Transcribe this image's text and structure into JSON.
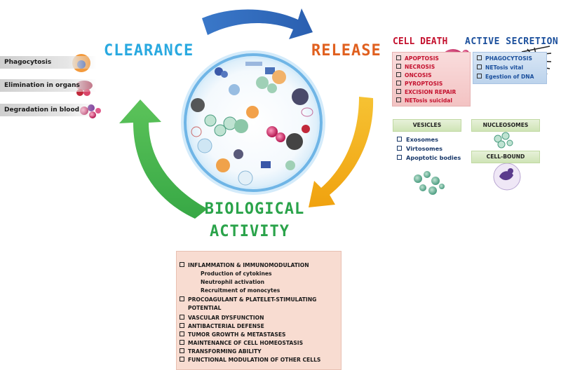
{
  "titles": {
    "clearance": "CLEARANCE",
    "release": "RELEASE",
    "biological_line1": "BIOLOGICAL",
    "biological_line2": "ACTIVITY"
  },
  "clearance_items": [
    "Phagocytosis",
    "Elimination in organs",
    "Degradation in blood"
  ],
  "cell_death": {
    "title": "CELL DEATH",
    "items": [
      "APOPTOSIS",
      "NECROSIS",
      "ONCOSIS",
      "PYROPTOSIS",
      "EXCISION REPAIR",
      "NETosis suicidal"
    ]
  },
  "active_secretion": {
    "title": "ACTIVE SECRETION",
    "items": [
      "PHAGOCYTOSIS",
      "NETosis vital",
      "Egestion of DNA"
    ]
  },
  "vesicles": {
    "title": "VESICLES",
    "items": [
      "Exosomes",
      "Virtosomes",
      "Apoptotic bodies"
    ]
  },
  "nucleosomes": {
    "title": "NUCLEOSOMES"
  },
  "cell_bound": {
    "title": "CELL-BOUND"
  },
  "biological_activity": {
    "items": [
      {
        "label": "INFLAMMATION  &  IMMUNOMODULATION",
        "subs": [
          "Production of cytokines",
          "Neutrophil activation",
          "Recruitment of monocytes"
        ]
      },
      {
        "label": "PROCOAGULANT  &  PLATELET-STIMULATING",
        "cont": "POTENTIAL"
      },
      {
        "label": "VASCULAR DYSFUNCTION"
      },
      {
        "label": "ANTIBACTERIAL DEFENSE"
      },
      {
        "label": "TUMOR GROWTH & METASTASES"
      },
      {
        "label": "MAINTENANCE OF CELL HOMEOSTASIS"
      },
      {
        "label": "TRANSFORMING ABILITY"
      },
      {
        "label": "FUNCTIONAL MODULATION OF OTHER CELLS"
      }
    ]
  },
  "colors": {
    "arrow_top": "#2f6cc0",
    "arrow_right": "#f3b21c",
    "arrow_left": "#3db34a",
    "clearance": "#29a9e0",
    "release": "#e0601f",
    "biological": "#2aa34a",
    "cell_death": "#c4122f",
    "active_secretion": "#1b4f9c"
  }
}
